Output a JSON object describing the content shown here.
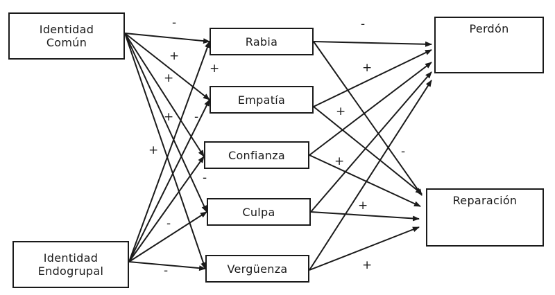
{
  "nodes": {
    "identidad_comun": "Identidad\nComún",
    "identidad_endogrupal": "Identidad\nEndogrupal",
    "rabia": "Rabia",
    "empatia": "Empatía",
    "confianza": "Confianza",
    "culpa": "Culpa",
    "verguenza": "Vergüenza",
    "perdon": "Perdón",
    "reparacion": "Reparación"
  },
  "signs": {
    "s1": "-",
    "s2": "+",
    "s3": "+",
    "s4": "+",
    "s5": "+",
    "s6": "-",
    "s7": "+",
    "s8": "-",
    "s9": "-",
    "s10": "-",
    "s11": "-",
    "s12": "+",
    "s13": "+",
    "s14": "+",
    "s15": "-",
    "s16": "+",
    "s17": "+"
  },
  "colors": {
    "ink": "#1a1a1a",
    "background": "#ffffff"
  }
}
